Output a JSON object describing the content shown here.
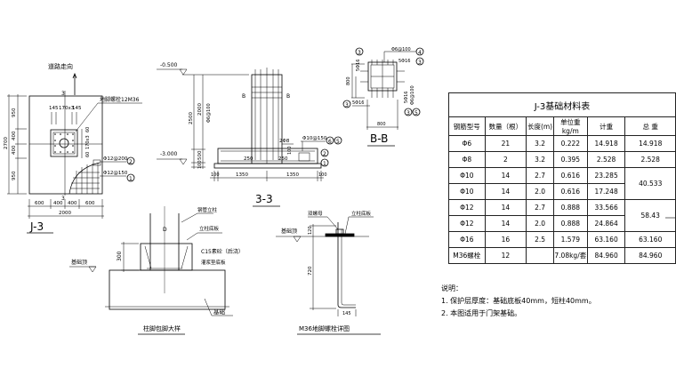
{
  "plan_j3": {
    "road_direction": "道路走向",
    "section_mark": "3",
    "anchor_label": "地脚螺栓12M36",
    "dims_top": [
      "145",
      "170x3",
      "145"
    ],
    "dims_right": [
      "60",
      "170x3",
      "60"
    ],
    "dims_left": [
      "950",
      "400",
      "400",
      "950"
    ],
    "dim_left_total": "2700",
    "dims_bottom": [
      "600",
      "400",
      "400",
      "600"
    ],
    "dim_bottom_total": "2000",
    "rebar_2": "Φ12@200",
    "rebar_1": "Φ12@150",
    "marker_2": "2",
    "marker_1": "1",
    "title": "J-3"
  },
  "section_33": {
    "elev_top": "-0.500",
    "elev_bottom": "-3.000",
    "dim_total": "2500",
    "dim_column": "2000",
    "dim_footing": "500",
    "dim_base": "100",
    "stirrup": "Φ6@100",
    "bar_248": "2Φ8",
    "bar_10": "Φ10@150",
    "dim_100": "100",
    "dim_250_left": "250",
    "dim_250_right": "250",
    "dims_bottom": [
      "100",
      "1350",
      "1350",
      "100"
    ],
    "markers": [
      "6",
      "5",
      "2",
      "1"
    ],
    "cut_mark": "B",
    "title": "3-3"
  },
  "section_bb": {
    "stirrup": "Φ6@100",
    "bars_top": "5Φ16",
    "bars_left": "5Φ16",
    "bars_bottom": "5Φ16",
    "bars_right": "5Φ16",
    "stirrup_right": "Φ6@100",
    "dim_h": "800",
    "dim_w": "800",
    "markers": [
      "3",
      "4",
      "3",
      "3",
      "3",
      "5"
    ],
    "title": "B-B"
  },
  "detail_column_foot": {
    "label_steel_column": "钢管立柱",
    "label_base_plate": "立柱底板",
    "label_concrete": "C15素砼（后浇）",
    "label_grout": "灌浆垫底板",
    "label_top": "基础顶",
    "label_foundation": "基础",
    "dim_300": "300",
    "mark_d": "D",
    "title": "柱脚包脚大样"
  },
  "detail_anchor": {
    "label_nut": "双螺母",
    "label_base_plate": "立柱底板",
    "label_top": "基础顶",
    "dim_120": "120",
    "dim_720": "720",
    "dim_145": "145",
    "title": "M36地脚螺栓详图"
  },
  "material_table": {
    "title": "J-3基础材料表",
    "headers": [
      "钢筋型号",
      "数量（根）",
      "长度(m)",
      "单位重kg/m",
      "计重",
      "总 重"
    ],
    "rows": [
      {
        "type": "Φ6",
        "qty": "21",
        "len": "3.2",
        "unit": "0.222",
        "wt": "14.918",
        "total": "14.918"
      },
      {
        "type": "Φ8",
        "qty": "2",
        "len": "3.2",
        "unit": "0.395",
        "wt": "2.528",
        "total": "2.528"
      },
      {
        "type": "Φ10",
        "qty": "14",
        "len": "2.7",
        "unit": "0.616",
        "wt": "23.285",
        "total": "40.533"
      },
      {
        "type": "Φ10",
        "qty": "14",
        "len": "2.0",
        "unit": "0.616",
        "wt": "17.248",
        "total": ""
      },
      {
        "type": "Φ12",
        "qty": "14",
        "len": "2.7",
        "unit": "0.888",
        "wt": "33.566",
        "total": "58.43"
      },
      {
        "type": "Φ12",
        "qty": "14",
        "len": "2.0",
        "unit": "0.888",
        "wt": "24.864",
        "total": ""
      },
      {
        "type": "Φ16",
        "qty": "16",
        "len": "2.5",
        "unit": "1.579",
        "wt": "63.160",
        "total": "63.160"
      },
      {
        "type": "M36螺栓",
        "qty": "12",
        "len": "",
        "unit": "7.08kg/套",
        "wt": "84.960",
        "total": "84.960"
      }
    ]
  },
  "notes": {
    "heading": "说明：",
    "items": [
      "1. 保护层厚度：基础底板40mm，短柱40mm。",
      "2. 本图适用于门架基础。"
    ]
  }
}
